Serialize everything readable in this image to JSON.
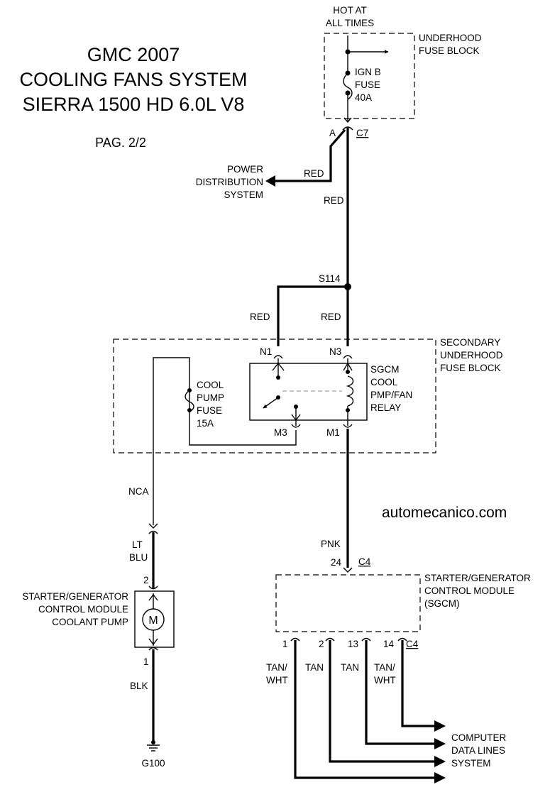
{
  "title": {
    "line1": "GMC 2007",
    "line2": "COOLING FANS SYSTEM",
    "line3": "SIERRA 1500 HD 6.0L V8"
  },
  "page": "PAG. 2/2",
  "watermark": "automecanico.com",
  "hot": {
    "line1": "HOT AT",
    "line2": "ALL TIMES"
  },
  "underhood_fuse_block": {
    "line1": "UNDERHOOD",
    "line2": "FUSE BLOCK"
  },
  "ign_fuse": {
    "line1": "IGN B",
    "line2": "FUSE",
    "line3": "40A"
  },
  "connector_c7": {
    "pin": "A",
    "name": "C7"
  },
  "power_distribution": {
    "line1": "POWER",
    "line2": "DISTRIBUTION",
    "line3": "SYSTEM"
  },
  "wire_colors": {
    "red_pds": "RED",
    "red_main": "RED",
    "red_n1": "RED",
    "red_n3": "RED",
    "nca": "NCA",
    "lt": "LT",
    "blu": "BLU",
    "pnk": "PNK",
    "blk": "BLK",
    "tan1a": "TAN/",
    "tan1b": "WHT",
    "tan2": "TAN",
    "tan13": "TAN",
    "tan14a": "TAN/",
    "tan14b": "WHT"
  },
  "splice": "S114",
  "secondary_fuse_block": {
    "line1": "SECONDARY",
    "line2": "UNDERHOOD",
    "line3": "FUSE BLOCK"
  },
  "pins": {
    "n1": "N1",
    "n3": "N3",
    "m3": "M3",
    "m1": "M1"
  },
  "cool_pump_fuse": {
    "line1": "COOL",
    "line2": "PUMP",
    "line3": "FUSE",
    "line4": "15A"
  },
  "relay": {
    "line1": "SGCM",
    "line2": "COOL",
    "line3": "PMP/FAN",
    "line4": "RELAY"
  },
  "pump": {
    "line1": "STARTER/GENERATOR",
    "line2": "CONTROL MODULE",
    "line3": "COOLANT PUMP",
    "symbol": "M",
    "pin_top": "2",
    "pin_bottom": "1"
  },
  "ground": "G100",
  "sgcm": {
    "line1": "STARTER/GENERATOR",
    "line2": "CONTROL MODULE",
    "line3": "(SGCM)",
    "in_pin": "24",
    "in_conn": "C4",
    "out_pins": [
      "1",
      "2",
      "13",
      "14"
    ],
    "out_conn": "C4"
  },
  "computer": {
    "line1": "COMPUTER",
    "line2": "DATA LINES",
    "line3": "SYSTEM"
  }
}
